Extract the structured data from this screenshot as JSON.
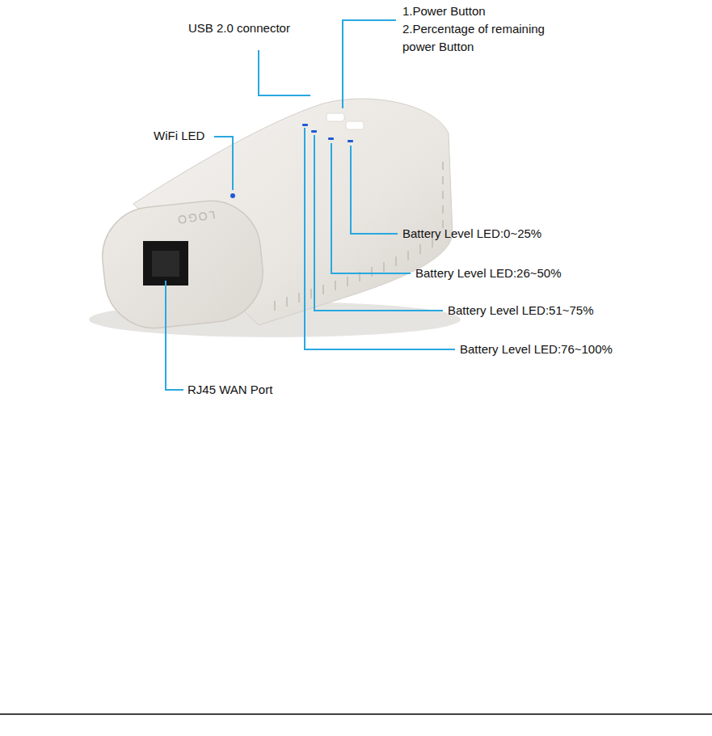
{
  "diagram": {
    "labels": [
      "USB 2.0 connector",
      "1.Power Button",
      "2.Percentage of remaining power Button",
      "WiFi LED",
      "LOGO",
      "Battery Level LED:0~25%",
      "Battery Level LED:26~50%",
      "Battery Level LED:51~75%",
      "Battery Level LED:76~100%",
      "RJ45 WAN Port"
    ]
  }
}
